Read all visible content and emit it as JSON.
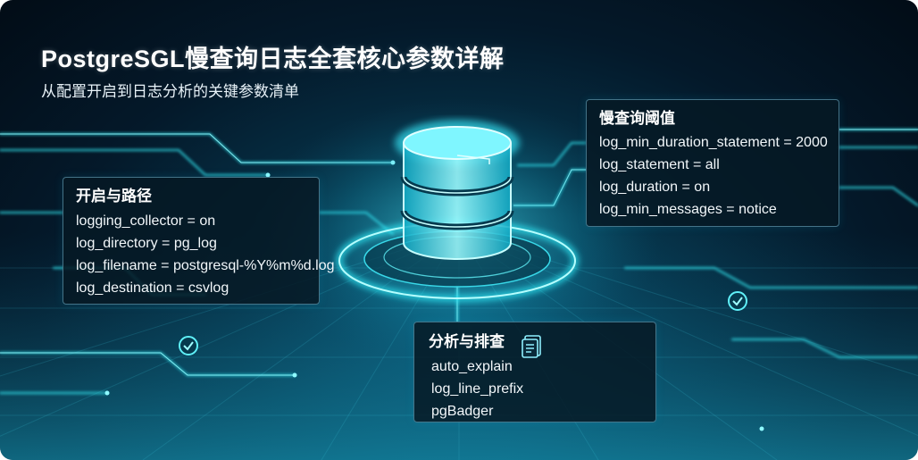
{
  "header": {
    "title": "PostgreSGL慢查询日志全套核心参数详解",
    "subtitle": "从配置开启到日志分析的关键参数清单"
  },
  "panels": {
    "enable_and_path": {
      "heading": "开启与路径",
      "lines": [
        "logging_collector = on",
        "log_directory = pg_log",
        "log_filename = postgresql-%Y%m%d.log",
        "log_destination = csvlog"
      ]
    },
    "slow_query_threshold": {
      "heading": "慢查询阈值",
      "lines": [
        "log_min_duration_statement = 2000",
        "log_statement = all",
        "log_duration = on",
        "log_min_messages = notice"
      ]
    },
    "analysis": {
      "heading": "分析与排查",
      "lines": [
        "auto_explain",
        "log_line_prefix",
        "pgBadger"
      ]
    }
  },
  "icons": {
    "center": "database-icon",
    "analysis": "document-list-icon",
    "markers": [
      "location-pin-icon",
      "location-pin-icon"
    ]
  },
  "colors": {
    "accent": "#3ff0f0",
    "background": "#04192a",
    "panel_border": "#78bed7"
  }
}
